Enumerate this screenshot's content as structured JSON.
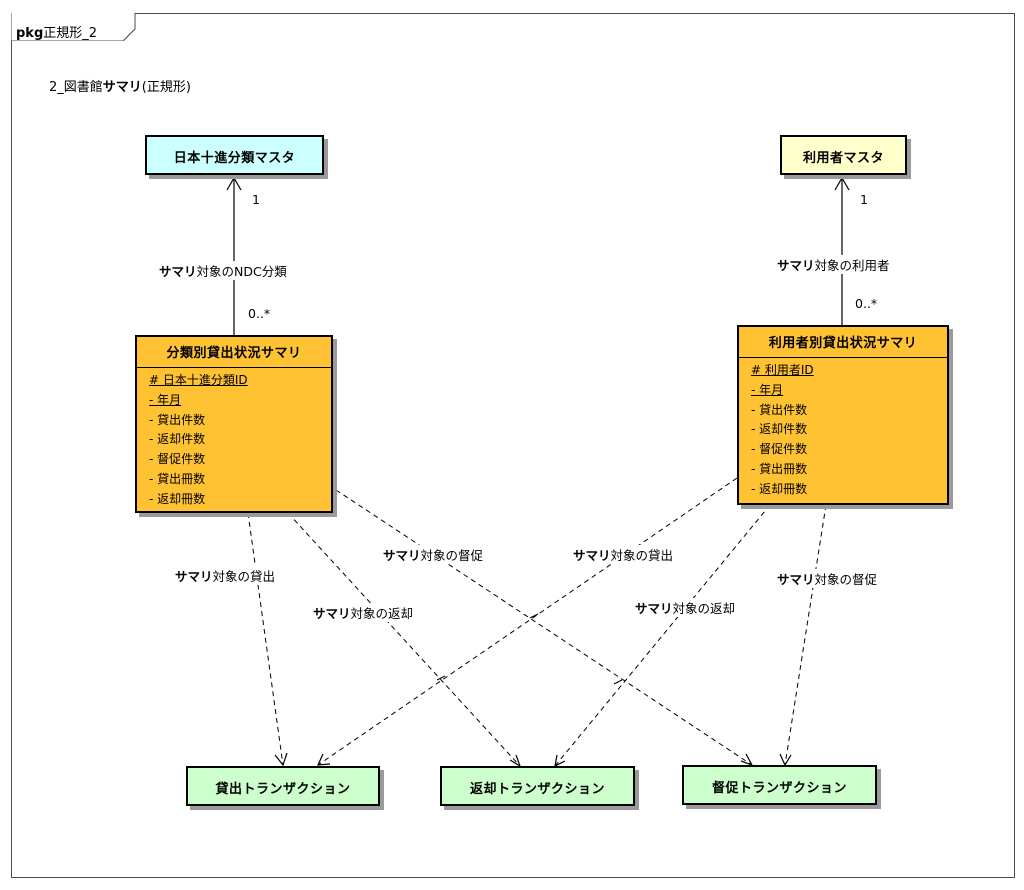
{
  "package": {
    "keyword": "pkg",
    "name": "正規形_2"
  },
  "diagram_title": {
    "prefix": "2_図書館",
    "bold": "サマリ",
    "suffix": "(正規形)"
  },
  "colors": {
    "ndc_master": "#ccffff",
    "user_master": "#ffffcc",
    "summary": "#ffc233",
    "transaction": "#ccffcc",
    "line": "#000000",
    "shadow": "#9a9a9a"
  },
  "boxes": {
    "ndc_master": {
      "title": "日本十進分類マスタ"
    },
    "user_master": {
      "title": "利用者マスタ"
    },
    "category_summary": {
      "title": "分類別貸出状況サマリ",
      "attributes": [
        {
          "text": "# 日本十進分類ID",
          "pk": true
        },
        {
          "text": "- 年月",
          "pk": true
        },
        {
          "text": "- 貸出件数",
          "pk": false
        },
        {
          "text": "- 返却件数",
          "pk": false
        },
        {
          "text": "- 督促件数",
          "pk": false
        },
        {
          "text": "- 貸出冊数",
          "pk": false
        },
        {
          "text": "- 返却冊数",
          "pk": false
        }
      ]
    },
    "user_summary": {
      "title": "利用者別貸出状況サマリ",
      "attributes": [
        {
          "text": "# 利用者ID",
          "pk": true
        },
        {
          "text": "- 年月",
          "pk": true
        },
        {
          "text": "- 貸出件数",
          "pk": false
        },
        {
          "text": "- 返却件数",
          "pk": false
        },
        {
          "text": "- 督促件数",
          "pk": false
        },
        {
          "text": "- 貸出冊数",
          "pk": false
        },
        {
          "text": "- 返却冊数",
          "pk": false
        }
      ]
    },
    "lending_tx": {
      "title": "貸出トランザクション"
    },
    "return_tx": {
      "title": "返却トランザクション"
    },
    "reminder_tx": {
      "title": "督促トランザクション"
    }
  },
  "associations": {
    "ndc": {
      "bold": "サマリ",
      "rest": "対象のNDC分類",
      "target_mult": "1",
      "source_mult": "0..*"
    },
    "user": {
      "bold": "サマリ",
      "rest": "対象の利用者",
      "target_mult": "1",
      "source_mult": "0..*"
    }
  },
  "dependencies": {
    "cat_lend": {
      "bold": "サマリ",
      "rest": "対象の貸出"
    },
    "cat_return": {
      "bold": "サマリ",
      "rest": "対象の返却"
    },
    "cat_remind": {
      "bold": "サマリ",
      "rest": "対象の督促"
    },
    "user_lend": {
      "bold": "サマリ",
      "rest": "対象の貸出"
    },
    "user_return": {
      "bold": "サマリ",
      "rest": "対象の返却"
    },
    "user_remind": {
      "bold": "サマリ",
      "rest": "対象の督促"
    }
  }
}
